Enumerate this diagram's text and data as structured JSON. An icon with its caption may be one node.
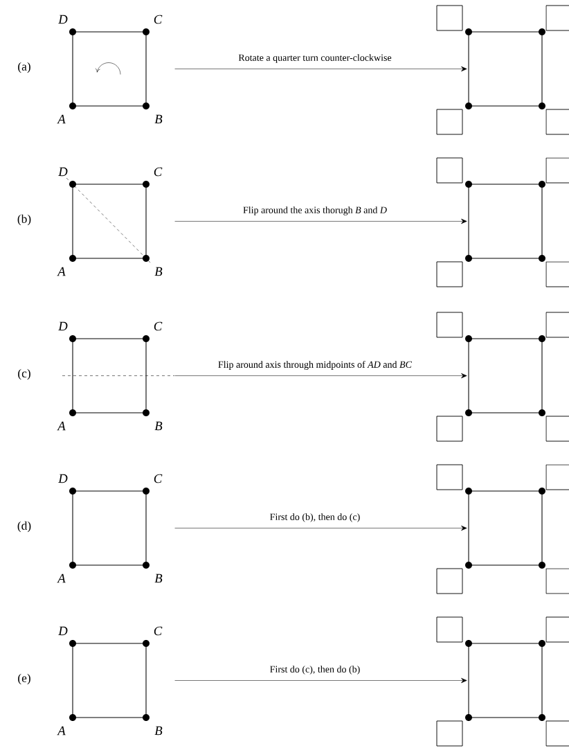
{
  "diagram": {
    "nodes": [
      {
        "text": [],
        "shape": "box",
        "beside": [
          "D",
          "C",
          "A",
          "B"
        ]
      },
      {
        "text": [],
        "shape": "box"
      },
      {
        "text": [],
        "shape": "box",
        "beside": [
          "D",
          "C",
          "A",
          "B"
        ]
      },
      {
        "text": [],
        "shape": "box"
      },
      {
        "text": [],
        "shape": "box",
        "beside": [
          "D",
          "C",
          "A",
          "B"
        ]
      },
      {
        "text": [],
        "shape": "box"
      },
      {
        "text": [],
        "shape": "box",
        "beside": [
          "D",
          "C",
          "A",
          "B"
        ]
      },
      {
        "text": [],
        "shape": "box"
      },
      {
        "text": [],
        "shape": "box",
        "beside": [
          "D",
          "C",
          "A",
          "B"
        ]
      },
      {
        "text": [],
        "shape": "box"
      }
    ],
    "edges": [
      {
        "from": 0,
        "to": 1,
        "arrow": "to",
        "label": "Rotate a quarter turn counter-clockwise"
      },
      {
        "from": 2,
        "to": 3,
        "arrow": "to",
        "label": "Flip around the axis thorugh *B* and *D*"
      },
      {
        "from": 4,
        "to": 5,
        "arrow": "to",
        "label": "Flip around axis through midpoints of *AD* and *BC*"
      },
      {
        "from": 6,
        "to": 7,
        "arrow": "to",
        "label": "First do (b), then do (c)"
      },
      {
        "from": 8,
        "to": 9,
        "arrow": "to",
        "label": "First do (c), then do (b)"
      }
    ],
    "labels": [
      "(a)",
      "(b)",
      "(c)",
      "(d)",
      "(e)"
    ]
  }
}
